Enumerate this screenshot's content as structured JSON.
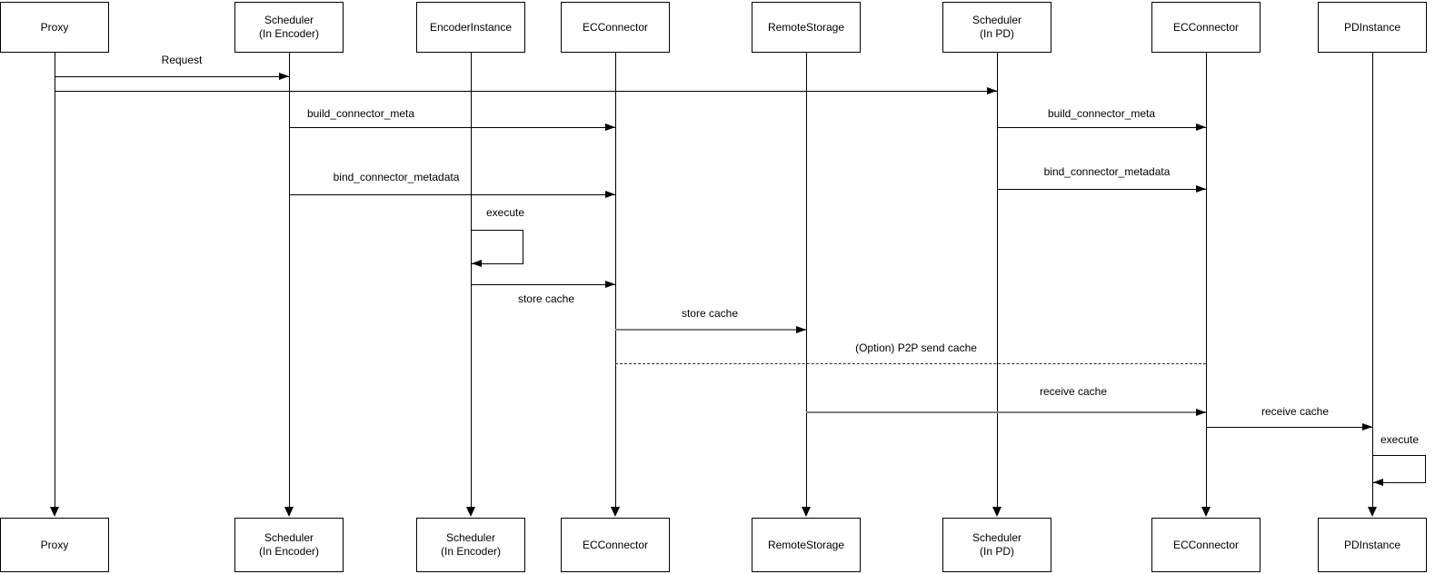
{
  "diagram": {
    "type": "sequence-diagram",
    "background_color": "#ffffff",
    "line_color": "#000000",
    "gray_line_color": "#7f7f7f",
    "actors_top": [
      {
        "line1": "Proxy",
        "line2": ""
      },
      {
        "line1": "Scheduler",
        "line2": "(In Encoder)"
      },
      {
        "line1": "EncoderInstance",
        "line2": ""
      },
      {
        "line1": "ECConnector",
        "line2": ""
      },
      {
        "line1": "RemoteStorage",
        "line2": ""
      },
      {
        "line1": "Scheduler",
        "line2": "(In PD)"
      },
      {
        "line1": "ECConnector",
        "line2": ""
      },
      {
        "line1": "PDInstance",
        "line2": ""
      }
    ],
    "actors_bottom": [
      {
        "line1": "Proxy",
        "line2": ""
      },
      {
        "line1": "Scheduler",
        "line2": "(In Encoder)"
      },
      {
        "line1": "Scheduler",
        "line2": "(In Encoder)"
      },
      {
        "line1": "ECConnector",
        "line2": ""
      },
      {
        "line1": "RemoteStorage",
        "line2": ""
      },
      {
        "line1": "Scheduler",
        "line2": "(In PD)"
      },
      {
        "line1": "ECConnector",
        "line2": ""
      },
      {
        "line1": "PDInstance",
        "line2": ""
      }
    ],
    "messages": [
      {
        "from": "Proxy",
        "to": "Scheduler (In Encoder)",
        "label": "Request",
        "style": "solid"
      },
      {
        "from": "Proxy",
        "to": "Scheduler (In PD)",
        "label": "",
        "style": "solid"
      },
      {
        "from": "Scheduler (In Encoder)",
        "to": "ECConnector",
        "label": "build_connector_meta",
        "style": "solid"
      },
      {
        "from": "Scheduler (In PD)",
        "to": "ECConnector",
        "label": "build_connector_meta",
        "style": "solid"
      },
      {
        "from": "Scheduler (In Encoder)",
        "to": "ECConnector",
        "label": "bind_connector_metadata",
        "style": "solid"
      },
      {
        "from": "Scheduler (In PD)",
        "to": "ECConnector",
        "label": "bind_connector_metadata",
        "style": "solid"
      },
      {
        "from": "EncoderInstance",
        "to": "EncoderInstance",
        "label": "execute",
        "style": "self"
      },
      {
        "from": "EncoderInstance",
        "to": "ECConnector",
        "label": "store cache",
        "style": "solid"
      },
      {
        "from": "ECConnector",
        "to": "RemoteStorage",
        "label": "store cache",
        "style": "solid-thick"
      },
      {
        "from": "ECConnector",
        "to": "ECConnector (PD side)",
        "label": "(Option) P2P send cache",
        "style": "dashed"
      },
      {
        "from": "RemoteStorage",
        "to": "ECConnector (PD side)",
        "label": "receive cache",
        "style": "solid-thick"
      },
      {
        "from": "ECConnector (PD side)",
        "to": "PDInstance",
        "label": "receive cache",
        "style": "solid"
      },
      {
        "from": "PDInstance",
        "to": "PDInstance",
        "label": "execute",
        "style": "self"
      }
    ]
  }
}
